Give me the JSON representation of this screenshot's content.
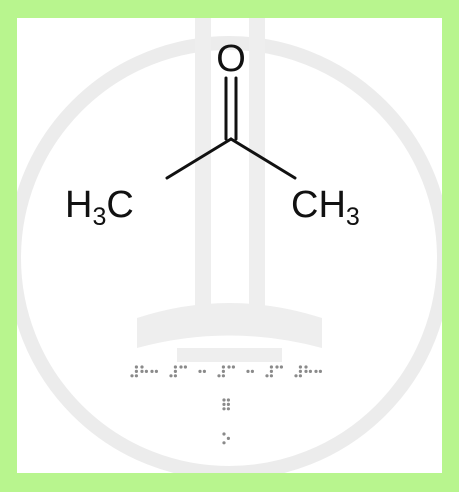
{
  "colors": {
    "frame": "#b8f58e",
    "panel": "#ffffff",
    "ink": "#111111",
    "watermark": "#ececec",
    "braille_dot": "#8a8a8a"
  },
  "molecule": {
    "oxygen": "O",
    "methyl_left": {
      "main": "H",
      "sub": "3",
      "tail": "C"
    },
    "methyl_right": {
      "main": "CH",
      "sub": "3"
    }
  },
  "braille": {
    "row1": "⠼⠓⠒ ⠼⠉ ⠒ ⠼⠉ ⠒ ⠼⠉ ⠼⠓⠒",
    "row2": "⠿",
    "row3": "⠕"
  }
}
